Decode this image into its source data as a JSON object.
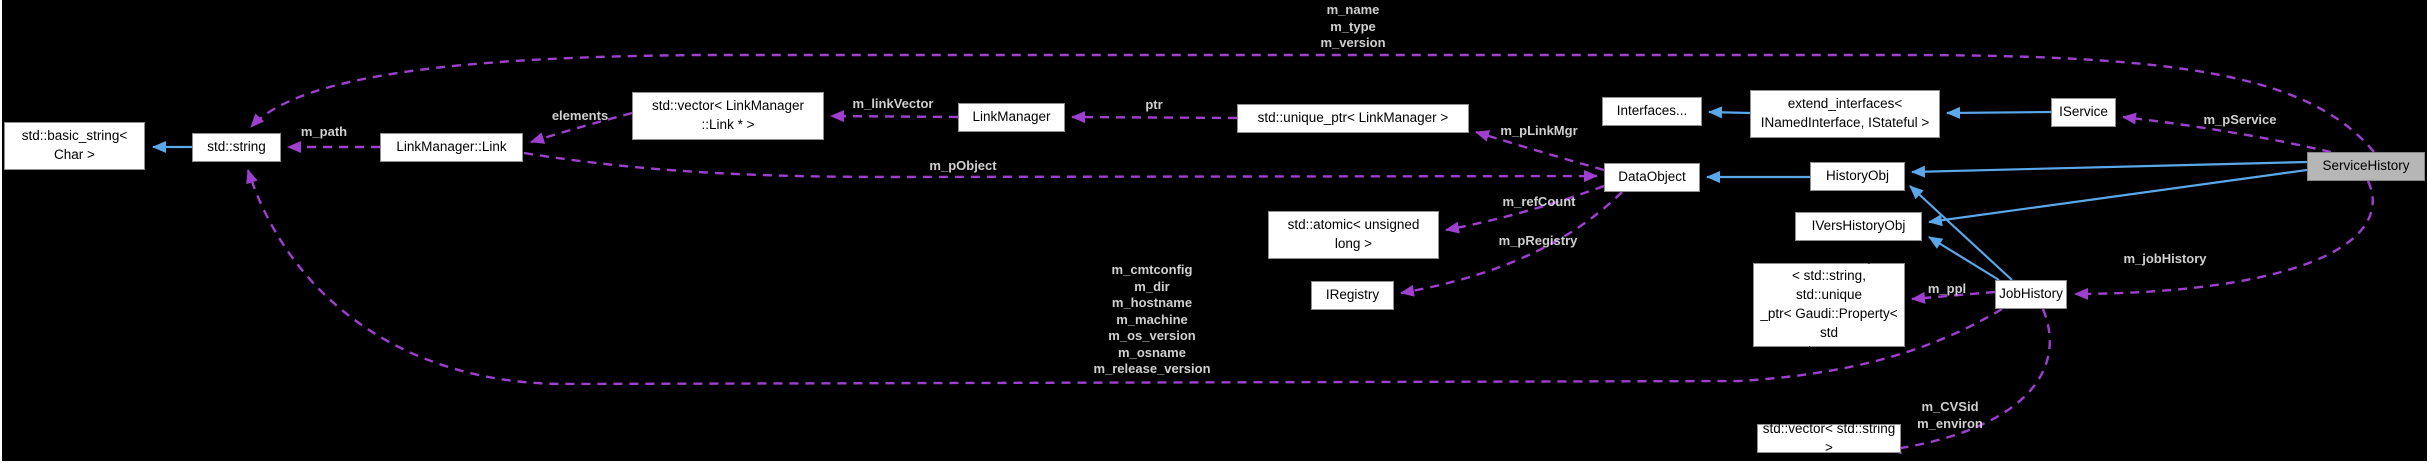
{
  "diagram": {
    "type": "doxygen-collaboration-graph",
    "focus_node": "ServiceHistory",
    "colors": {
      "background": "#000000",
      "node_fill": "#ffffff",
      "node_border": "#8f8f8f",
      "node_text": "#000000",
      "focus_fill": "#b6b6b6",
      "inheritance_edge": "#5aa8ea",
      "usage_edge": "#9e3fd0",
      "edge_label": "#cfcfcf",
      "page_edge": "#ffffff"
    }
  },
  "nodes": [
    {
      "id": "std-basic-string",
      "label": "std::basic_string<\nChar >"
    },
    {
      "id": "std-string",
      "label": "std::string"
    },
    {
      "id": "linkmanager-link",
      "label": "LinkManager::Link"
    },
    {
      "id": "vector-linkmanager-link",
      "label": "std::vector< LinkManager\n::Link * >"
    },
    {
      "id": "linkmanager",
      "label": "LinkManager"
    },
    {
      "id": "unique-ptr-linkmanager",
      "label": "std::unique_ptr< LinkManager >"
    },
    {
      "id": "interfaces",
      "label": "Interfaces..."
    },
    {
      "id": "extend-interfaces",
      "label": "extend_interfaces<\nINamedInterface, IStateful >"
    },
    {
      "id": "iservice",
      "label": "IService"
    },
    {
      "id": "servicehistory",
      "label": "ServiceHistory"
    },
    {
      "id": "dataobject",
      "label": "DataObject"
    },
    {
      "id": "historyobj",
      "label": "HistoryObj"
    },
    {
      "id": "ivershistoryobj",
      "label": "IVersHistoryObj"
    },
    {
      "id": "std-atomic",
      "label": "std::atomic< unsigned\nlong >"
    },
    {
      "id": "iregistry",
      "label": "IRegistry"
    },
    {
      "id": "vector-pair-property",
      "label": "std::vector< std::pair\n< std::string, std::unique\n_ptr< Gaudi::Property< std\n::string > > > >"
    },
    {
      "id": "jobhistory",
      "label": "JobHistory"
    },
    {
      "id": "vector-string",
      "label": "std::vector< std::string >"
    }
  ],
  "edge_labels": [
    {
      "id": "m_path",
      "text": "m_path"
    },
    {
      "id": "elements",
      "text": "elements"
    },
    {
      "id": "m_linkVector",
      "text": "m_linkVector"
    },
    {
      "id": "ptr",
      "text": "ptr"
    },
    {
      "id": "m_pLinkMgr",
      "text": "m_pLinkMgr"
    },
    {
      "id": "m_pObject",
      "text": "m_pObject"
    },
    {
      "id": "m_refCount",
      "text": "m_refCount"
    },
    {
      "id": "m_pRegistry",
      "text": "m_pRegistry"
    },
    {
      "id": "m_name_type_version",
      "text": "m_name\nm_type\nm_version"
    },
    {
      "id": "m_pService",
      "text": "m_pService"
    },
    {
      "id": "m_jobHistory",
      "text": "m_jobHistory"
    },
    {
      "id": "m_ppl",
      "text": "m_ppl"
    },
    {
      "id": "m_env_block",
      "text": "m_cmtconfig\nm_dir\nm_hostname\nm_machine\nm_os_version\nm_osname\nm_release_version"
    },
    {
      "id": "m_CVSid_environ",
      "text": "m_CVSid\nm_environ"
    }
  ]
}
